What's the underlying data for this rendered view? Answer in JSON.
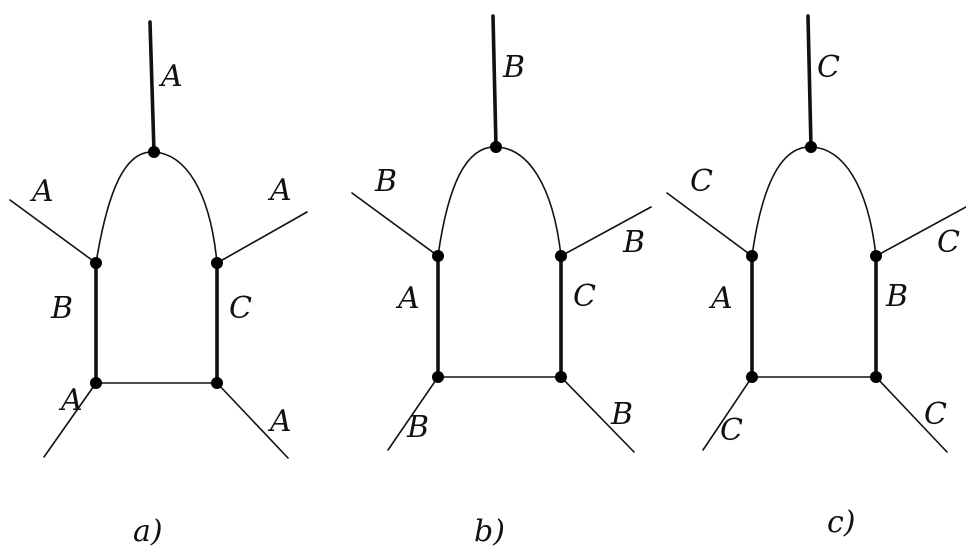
{
  "panels": [
    {
      "caption": "a)",
      "labels": {
        "top": "A",
        "upper_left": "A",
        "upper_right": "A",
        "left_side": "B",
        "right_side": "C",
        "lower_left": "A",
        "lower_right": "A"
      }
    },
    {
      "caption": "b)",
      "labels": {
        "top": "B",
        "upper_left": "B",
        "upper_right": "B",
        "left_side": "A",
        "right_side": "C",
        "lower_left": "B",
        "lower_right": "B"
      }
    },
    {
      "caption": "c)",
      "labels": {
        "top": "C",
        "upper_left": "C",
        "upper_right": "C",
        "left_side": "A",
        "right_side": "B",
        "lower_left": "C",
        "lower_right": "C"
      }
    }
  ]
}
